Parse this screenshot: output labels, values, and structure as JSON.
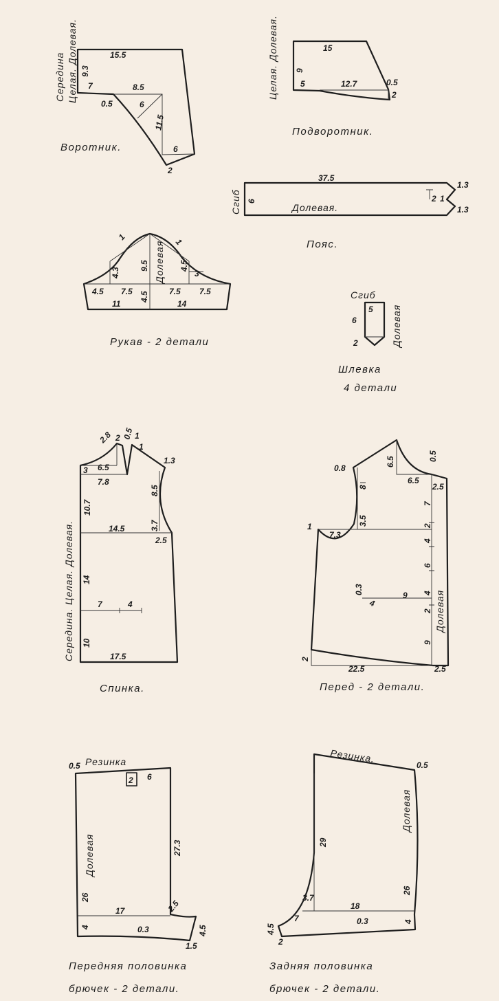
{
  "collar": {
    "caption": "Воротник.",
    "side_1": "Середина",
    "side_2": "Целая. Долевая.",
    "dims": [
      "15.5",
      "9.3",
      "7",
      "8.5",
      "0.5",
      "6",
      "11.5",
      "6",
      "2"
    ]
  },
  "undercollar": {
    "caption": "Подворотник.",
    "side": "Целая. Долевая.",
    "dims": [
      "15",
      "9",
      "5",
      "12.7",
      "0.5",
      "2"
    ]
  },
  "belt": {
    "caption": "Пояс.",
    "fold": "Сгиб",
    "grain": "Долевая.",
    "dims": [
      "37.5",
      "6",
      "2",
      "1",
      "1.3",
      "1.3"
    ]
  },
  "sleeve": {
    "caption": "Рукав - 2 детали",
    "grain": "Долевая",
    "dims": [
      "1",
      "1",
      "9.5",
      "4.3",
      "4.5",
      "3",
      "4.5",
      "7.5",
      "4.5",
      "7.5",
      "7.5",
      "11",
      "14"
    ]
  },
  "loop": {
    "caption": "Шлевка",
    "count": "4 детали",
    "fold": "Сгиб",
    "grain": "Долевая",
    "dims": [
      "5",
      "6",
      "2"
    ]
  },
  "back": {
    "caption": "Спинка.",
    "side": "Середина. Целая. Долевая.",
    "dims": [
      "2.8",
      "2",
      "0.5",
      "1",
      "1",
      "1.3",
      "3",
      "6.5",
      "7.8",
      "10.7",
      "8.5",
      "14.5",
      "3.7",
      "2.5",
      "14",
      "7",
      "4",
      "10",
      "17.5"
    ]
  },
  "front": {
    "caption": "Перед - 2 детали.",
    "grain": "Долевая",
    "dims": [
      "0.8",
      "6.5",
      "0.5",
      "6.5",
      "2.5",
      "8",
      "7",
      "3.5",
      "2",
      "1",
      "7.3",
      "4",
      "6",
      "0.3",
      "9",
      "4",
      "4",
      "2",
      "9",
      "2",
      "22.5",
      "2.5"
    ]
  },
  "front_trousers": {
    "caption_1": "Передняя половинка",
    "caption_2": "брючек - 2 детали.",
    "elastic": "Резинка",
    "grain": "Долевая",
    "dims": [
      "0.5",
      "2",
      "6",
      "27.3",
      "26",
      "17",
      "2.5",
      "0.3",
      "4",
      "4.5",
      "1.5"
    ]
  },
  "back_trousers": {
    "caption_1": "Задняя половинка",
    "caption_2": "брючек - 2 детали.",
    "elastic": "Резинка.",
    "grain": "Долевая",
    "dims": [
      "0.5",
      "29",
      "26",
      "3.7",
      "18",
      "7",
      "0.3",
      "4",
      "4.5",
      "2"
    ]
  }
}
